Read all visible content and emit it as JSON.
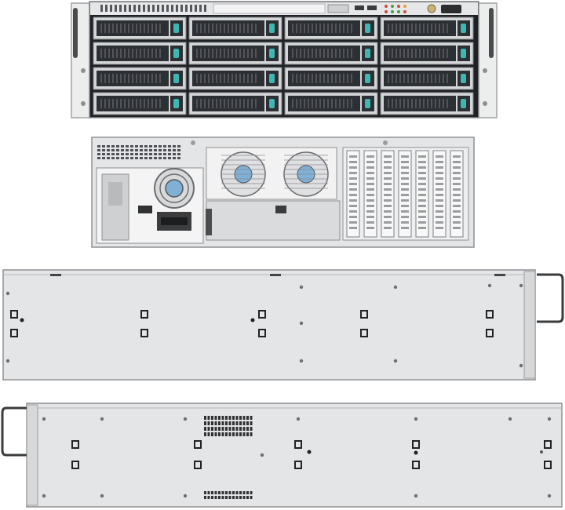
{
  "figure": {
    "views": [
      "front",
      "rear",
      "side-right",
      "side-left"
    ],
    "drive_bays": {
      "rows": 4,
      "columns": 4
    },
    "colors": {
      "background": "#ffffff",
      "chassis_silver": "#e4e5e7",
      "chassis_edge": "#9a9c9f",
      "bay_dark": "#2c2f33",
      "latch_teal": "#3fb6b2",
      "handle_dark": "#3a3b3d"
    }
  }
}
